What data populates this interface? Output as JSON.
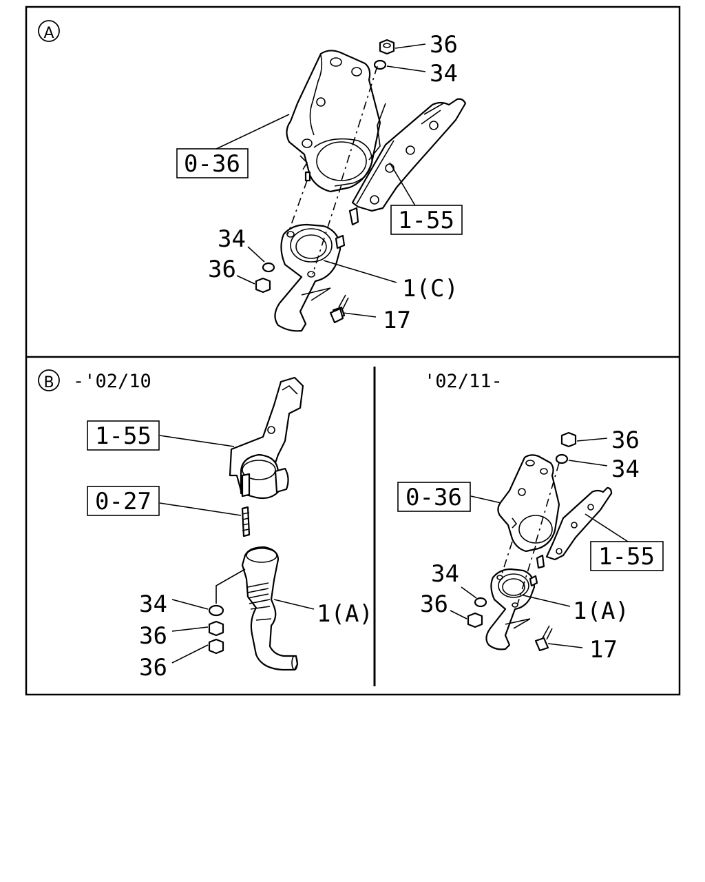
{
  "section_a": {
    "marker": "A",
    "labels": {
      "nut_top": "36",
      "washer_top": "34",
      "housing": "0-36",
      "bracket": "1-55",
      "washer_left": "34",
      "nut_left": "36",
      "pipe": "1(C)",
      "bolt": "17"
    }
  },
  "section_b": {
    "marker": "B",
    "left": {
      "note": "-'02/10",
      "labels": {
        "bracket": "1-55",
        "stud": "0-27",
        "washer": "34",
        "nut_1": "36",
        "nut_2": "36",
        "pipe": "1(A)"
      }
    },
    "right": {
      "note": "'02/11-",
      "labels": {
        "nut_top": "36",
        "washer_top": "34",
        "housing": "0-36",
        "bracket": "1-55",
        "washer_left": "34",
        "nut_left": "36",
        "pipe": "1(A)",
        "bolt": "17"
      }
    }
  }
}
